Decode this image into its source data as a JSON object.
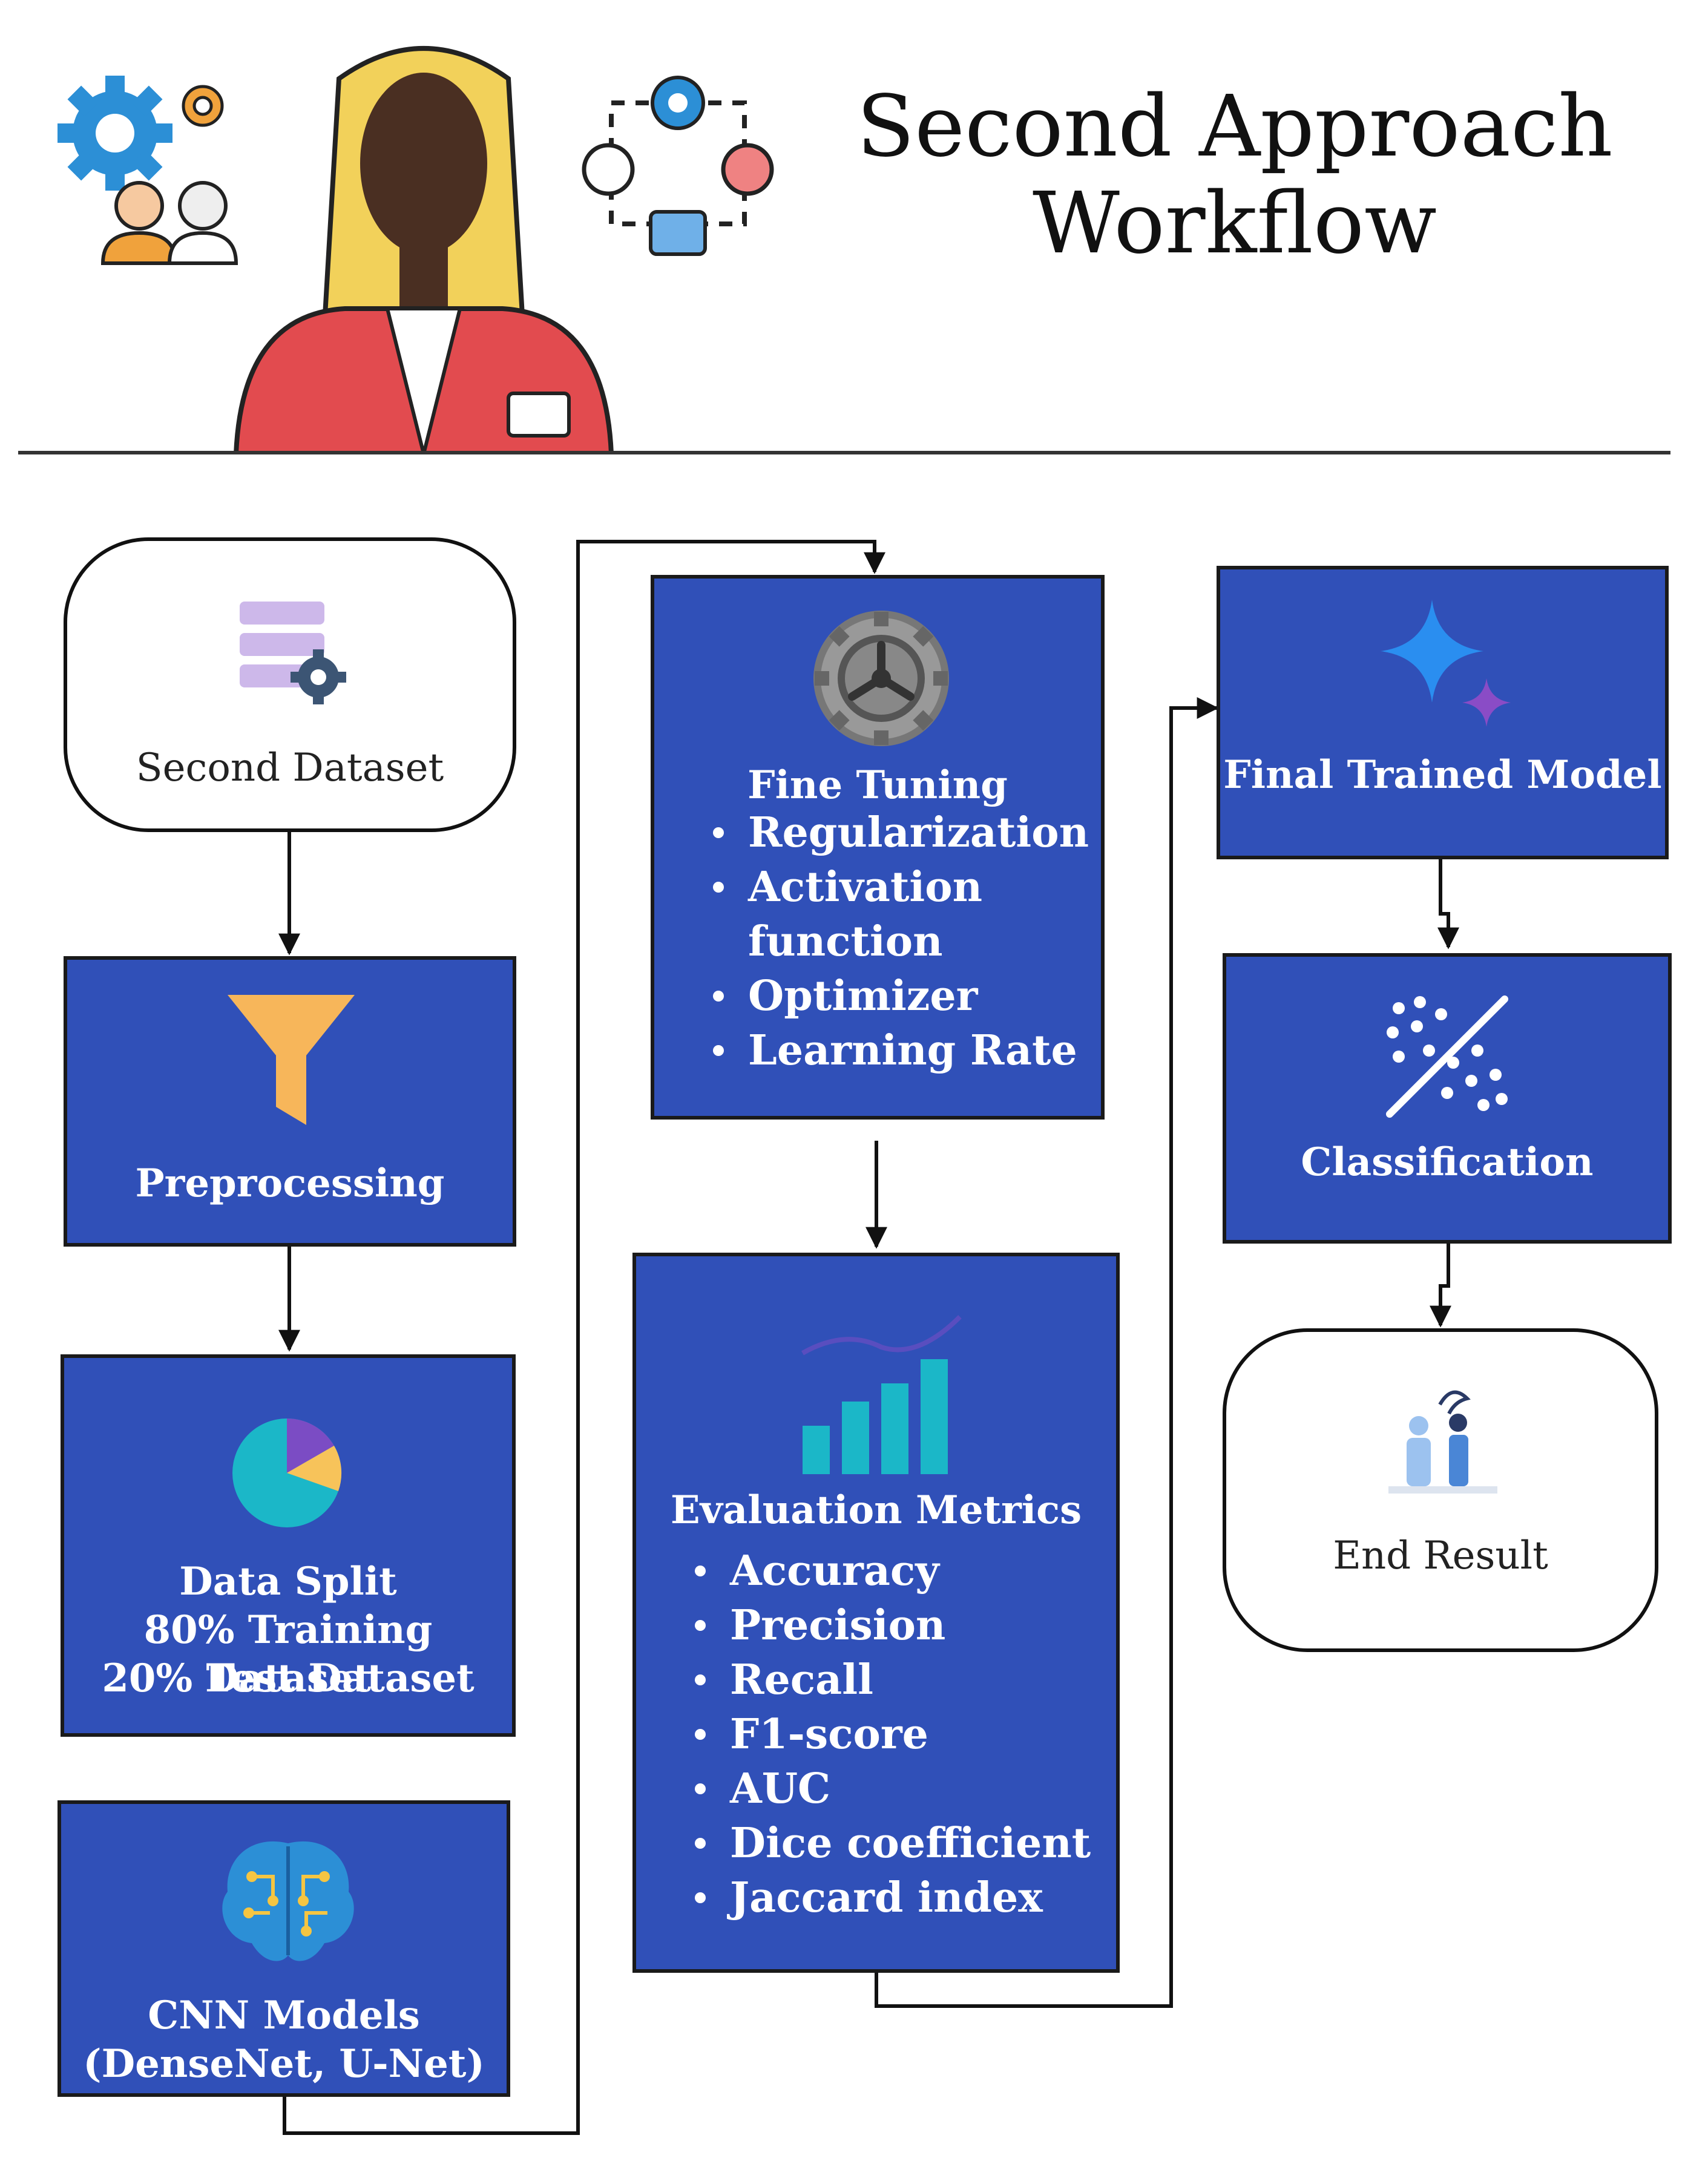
{
  "title": {
    "line1": "Second Approach",
    "line2": "Workflow"
  },
  "nodes": {
    "second_dataset": "Second Dataset",
    "preprocessing": "Preprocessing",
    "data_split": {
      "line1": "Data Split",
      "line2": "80% Training Dataset",
      "line3": "20% Test Dataset"
    },
    "cnn_models": {
      "line1": "CNN Models",
      "line2": "(DenseNet, U-Net)"
    },
    "fine_tuning": {
      "title": "Fine Tuning",
      "items": [
        "Regularization",
        "Activation",
        "function",
        "Optimizer",
        "Learning Rate"
      ]
    },
    "evaluation": {
      "title": "Evaluation Metrics",
      "items": [
        "Accuracy",
        "Precision",
        "Recall",
        "F1-score",
        "AUC",
        "Dice coefficient",
        "Jaccard index"
      ]
    },
    "final_model": "Final Trained Model",
    "classification": "Classification",
    "end_result": "End Result"
  },
  "icons": {
    "header_left": "gears-team-icon",
    "header_person": "presenter-avatar",
    "header_cycle": "workflow-cycle-icon",
    "dataset": "database-gear-icon",
    "preprocessing": "funnel-icon",
    "data_split": "pie-chart-icon",
    "cnn": "brain-circuit-icon",
    "fine_tuning": "gear-icon",
    "evaluation": "bar-chart-icon",
    "final_model": "sparkle-icon",
    "classification": "scatter-divide-icon",
    "end_result": "people-presentation-icon"
  },
  "colors": {
    "box_fill": "#3050b8",
    "funnel": "#f7b65a",
    "teal": "#1bb7c8",
    "sparkle": "#2a8ef0"
  }
}
